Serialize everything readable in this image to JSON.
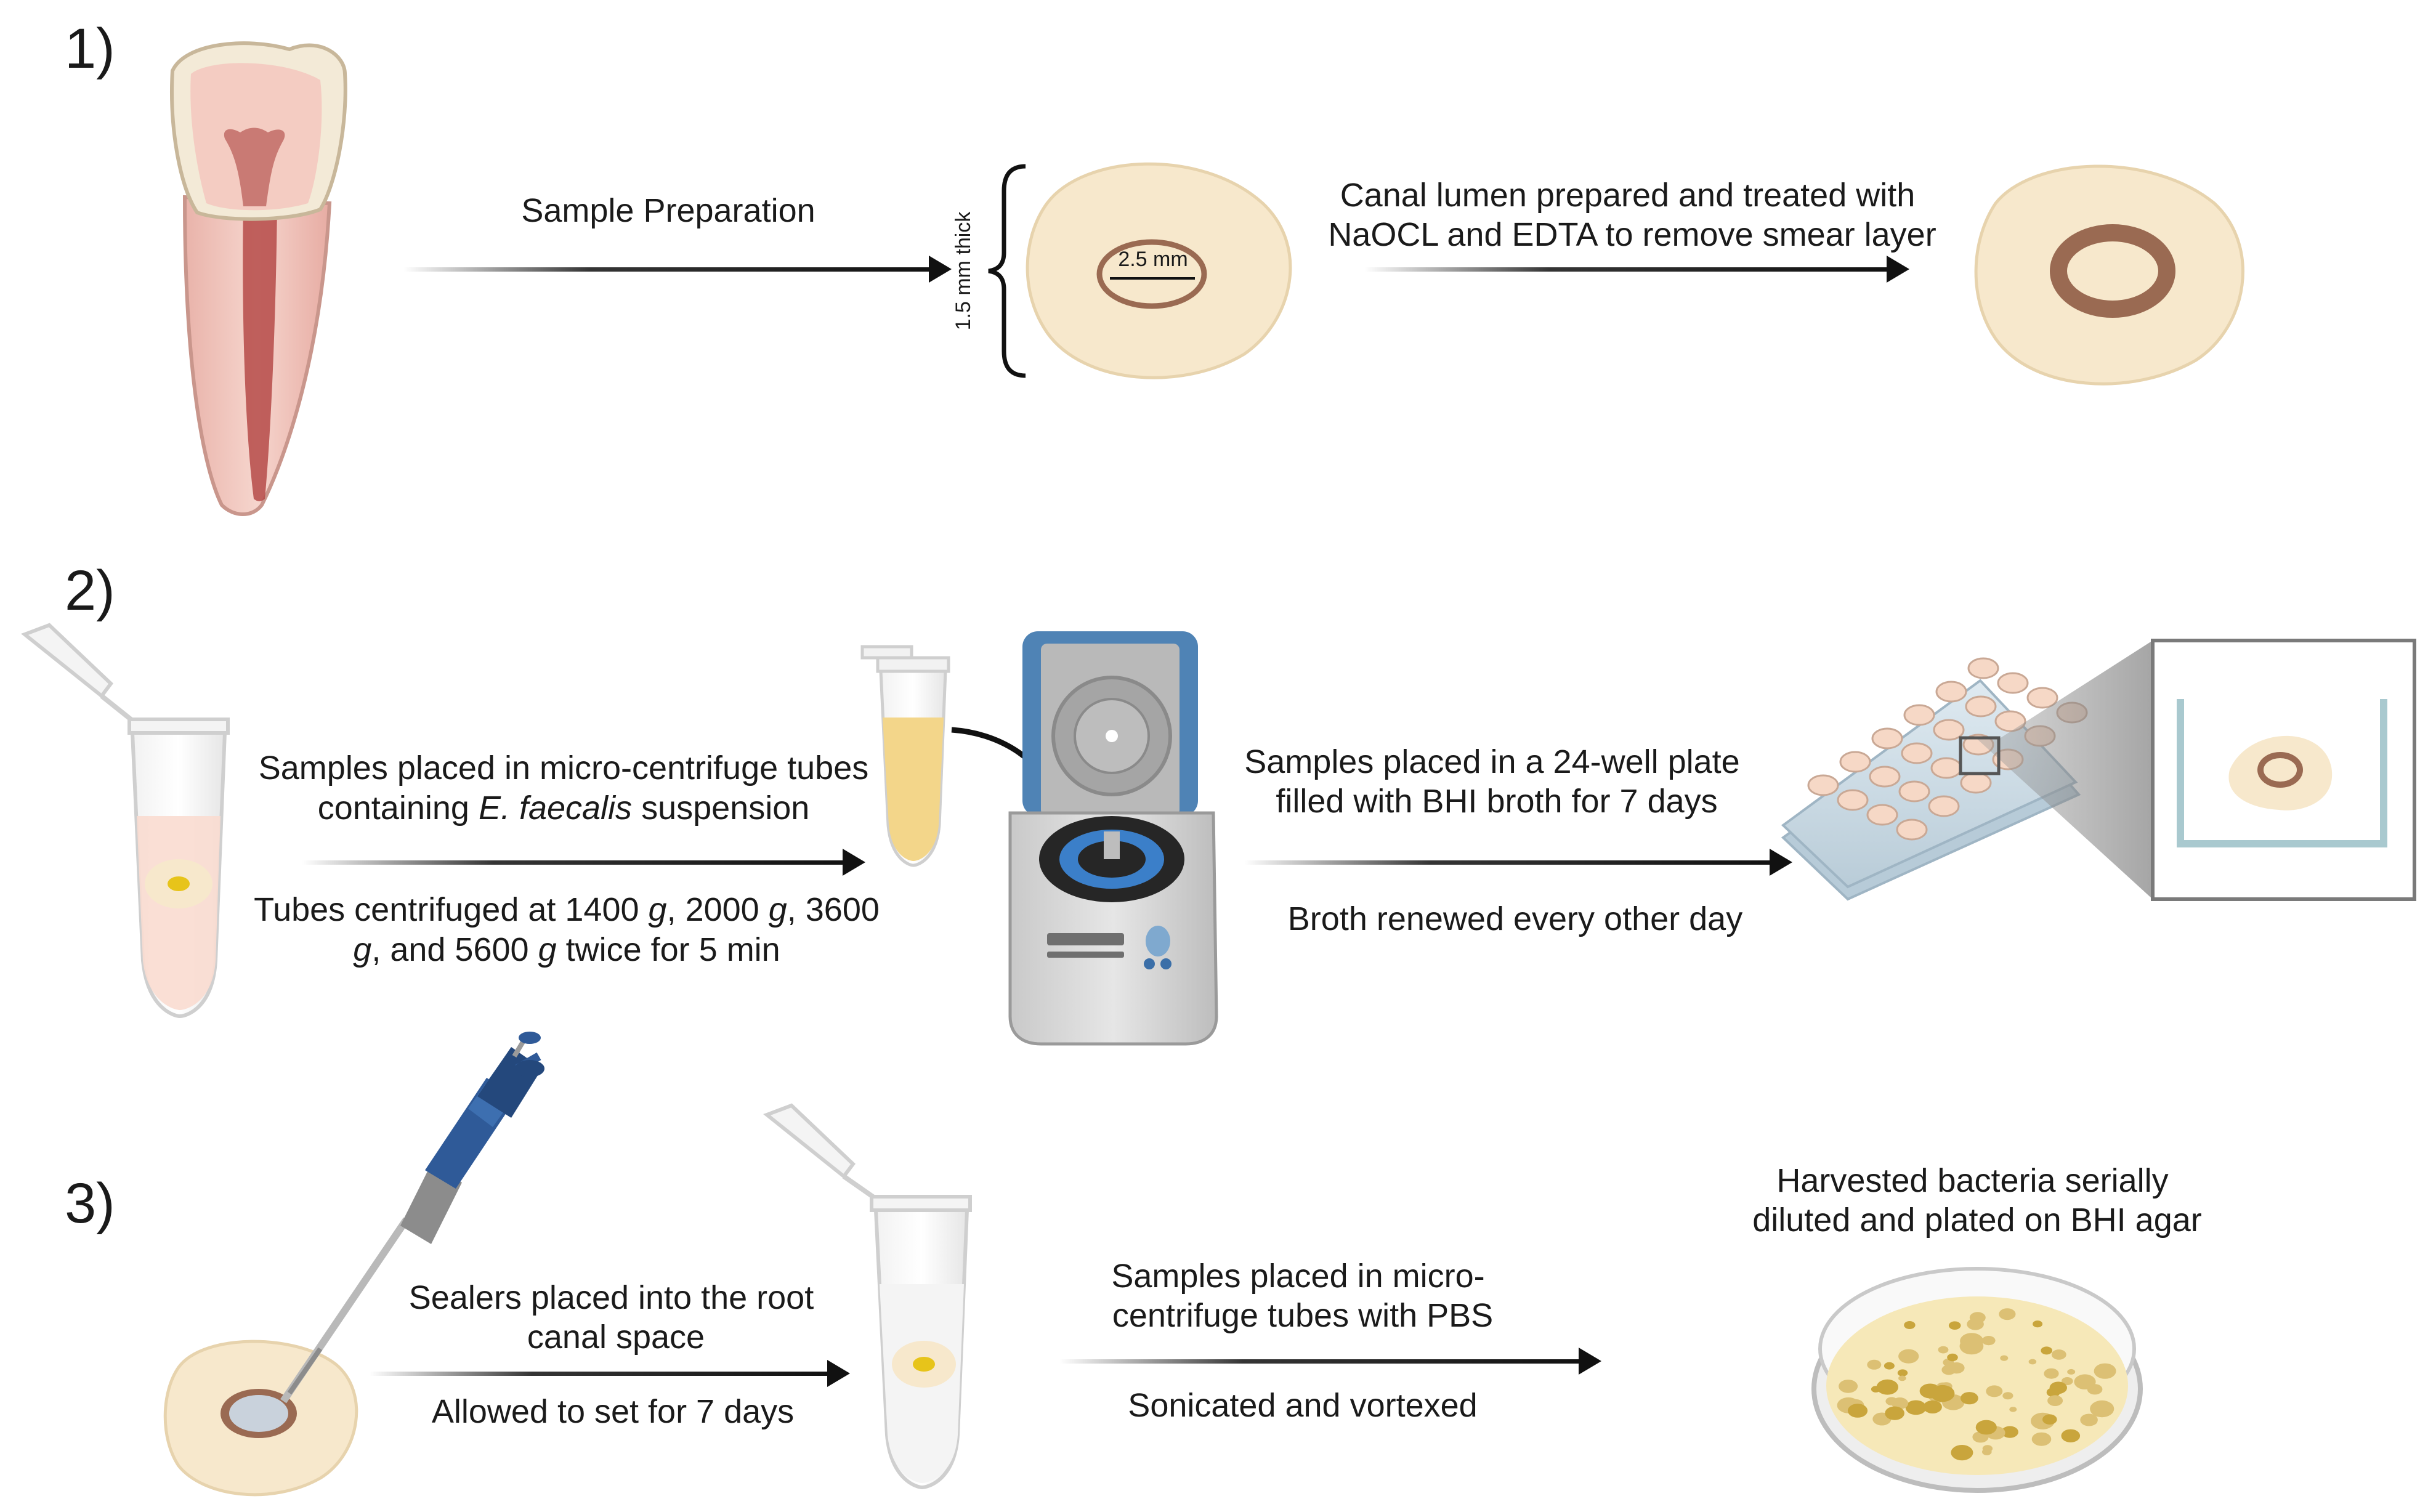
{
  "steps": [
    {
      "number": "1)",
      "arrow1_label": "Sample Preparation",
      "thickness_label": "1.5 mm thick",
      "lumen_label": "2.5 mm",
      "arrow2_label_lines": [
        "Canal lumen prepared and treated with",
        "NaOCL and EDTA to remove smear layer"
      ]
    },
    {
      "number": "2)",
      "arrow1_above_lines": [
        "Samples placed in micro-centrifuge tubes",
        "containing"
      ],
      "arrow1_species": "E. faecalis",
      "arrow1_suffix": "suspension",
      "arrow1_below_line1": [
        {
          "t": "Tubes centrifuged at 1400 ",
          "i": false
        },
        {
          "t": "g",
          "i": true
        },
        {
          "t": ", 2000 ",
          "i": false
        },
        {
          "t": "g",
          "i": true
        },
        {
          "t": ", 3600",
          "i": false
        }
      ],
      "arrow1_below_line2": [
        {
          "t": "g",
          "i": true
        },
        {
          "t": ", and 5600 ",
          "i": false
        },
        {
          "t": "g",
          "i": true
        },
        {
          "t": " twice for 5 min",
          "i": false
        }
      ],
      "arrow2_above_lines": [
        "Samples placed in a 24-well plate",
        "filled with BHI broth for 7 days"
      ],
      "arrow2_below": "Broth renewed every other day"
    },
    {
      "number": "3)",
      "arrow1_above_lines": [
        "Sealers placed into the root",
        "canal space"
      ],
      "arrow1_below": "Allowed to set for 7 days",
      "arrow2_above_lines": [
        "Samples placed in micro-",
        "centrifuge tubes with PBS"
      ],
      "arrow2_below": "Sonicated and vortexed",
      "final_label_lines": [
        "Harvested bacteria serially",
        "diluted and plated on BHI agar"
      ]
    }
  ],
  "colors": {
    "dentin": "#f7e8cc",
    "canal_ring": "#9a6a52",
    "tooth_pink": "#f1c9bf",
    "pulp": "#b54a48",
    "centrifuge_lid": "#4f83b5",
    "pipette": "#2f5a98",
    "broth": "#f3d68a",
    "bacteria_colony": "#d9b44a",
    "arrow": "#111111"
  },
  "icons": [
    "tooth-icon",
    "root-slice-icon",
    "microcentrifuge-tube-icon",
    "centrifuge-icon",
    "well-plate-icon",
    "pipette-icon",
    "petri-dish-icon"
  ]
}
